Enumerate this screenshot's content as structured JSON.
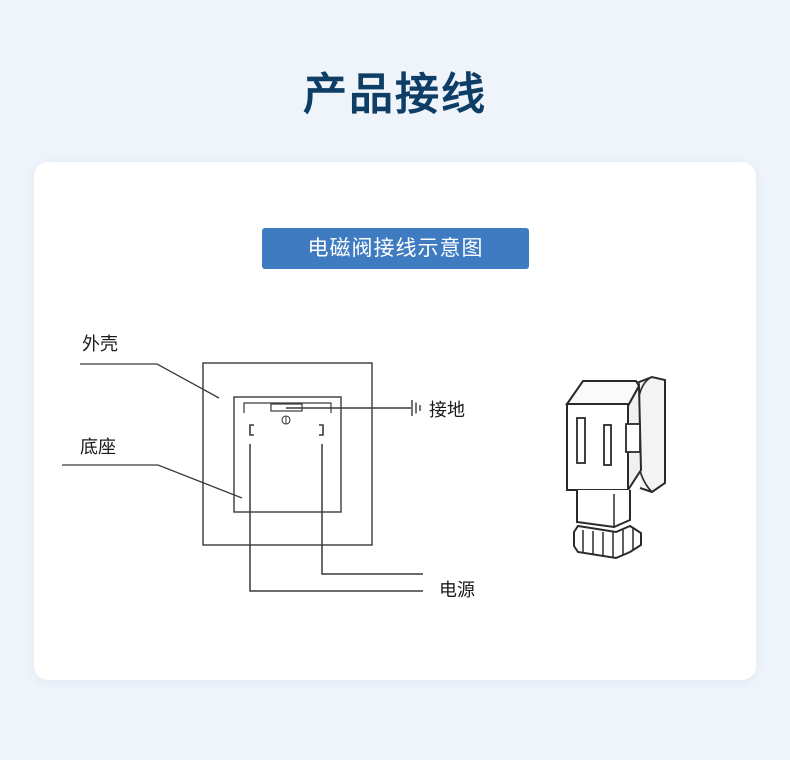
{
  "page": {
    "title": "产品接线"
  },
  "diagram": {
    "badge": "电磁阀接线示意图",
    "labels": {
      "shell": "外壳",
      "base": "底座",
      "ground": "接地",
      "power": "电源"
    }
  },
  "colors": {
    "title": "#0e3d66",
    "badge": "#3e7bc0",
    "background": "#eef4fa",
    "card": "#ffffff"
  },
  "icons": {
    "ground": "ground-symbol-icon",
    "connector": "valve-connector-icon"
  }
}
